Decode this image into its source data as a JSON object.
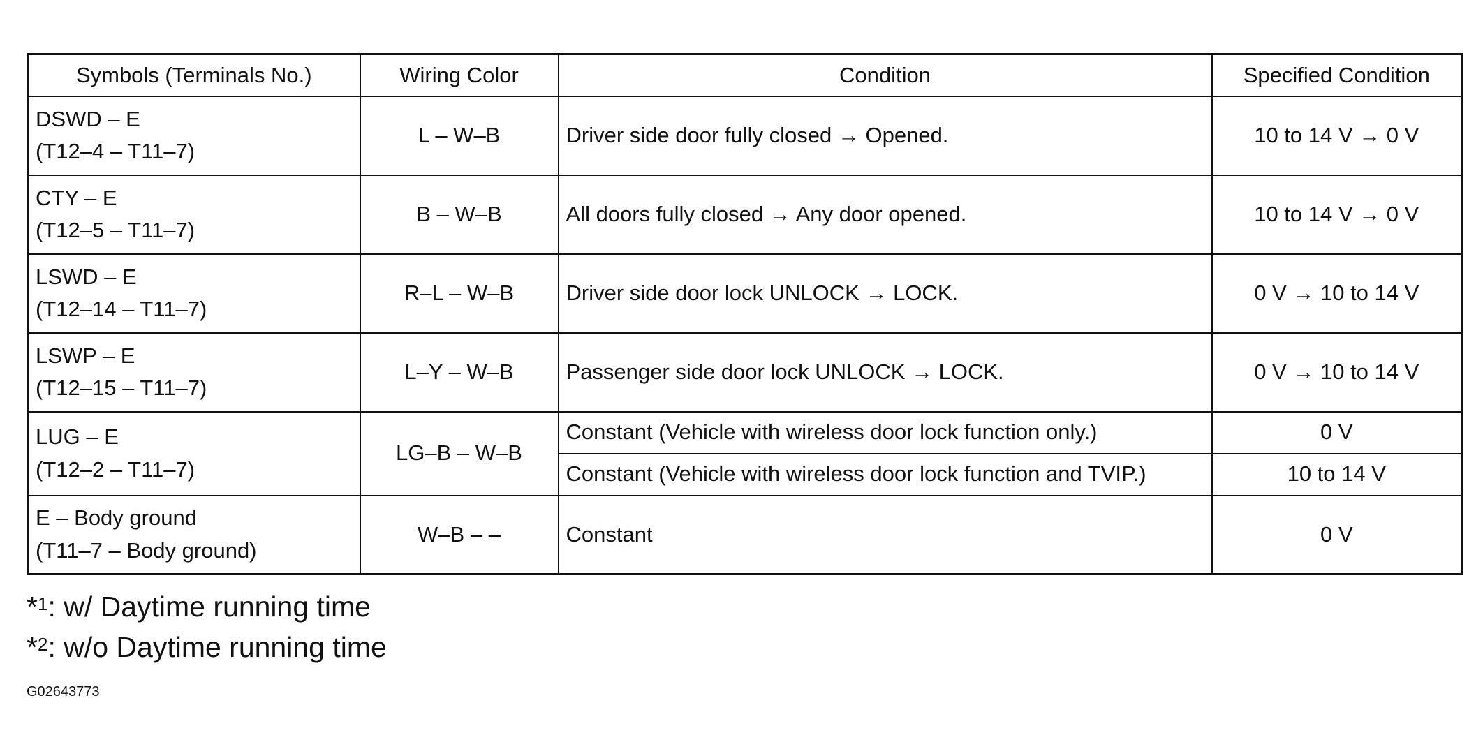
{
  "table": {
    "headers": {
      "symbols": "Symbols (Terminals No.)",
      "wiring": "Wiring Color",
      "condition": "Condition",
      "specified": "Specified Condition"
    },
    "rows": [
      {
        "symbol": "DSWD – E",
        "terminals": "(T12–4 – T11–7)",
        "wiring": "L – W–B",
        "condition": "Driver side door fully closed → Opened.",
        "specified": "10 to 14 V → 0 V"
      },
      {
        "symbol": "CTY – E",
        "terminals": "(T12–5 – T11–7)",
        "wiring": "B – W–B",
        "condition": "All doors fully closed → Any door opened.",
        "specified": "10 to 14 V → 0 V"
      },
      {
        "symbol": "LSWD – E",
        "terminals": "(T12–14 – T11–7)",
        "wiring": "R–L – W–B",
        "condition": "Driver side door lock UNLOCK → LOCK.",
        "specified": "0 V → 10 to 14 V"
      },
      {
        "symbol": "LSWP – E",
        "terminals": "(T12–15 – T11–7)",
        "wiring": "L–Y – W–B",
        "condition": "Passenger side door lock UNLOCK → LOCK.",
        "specified": "0 V → 10 to 14 V"
      },
      {
        "symbol": "LUG – E",
        "terminals": "(T12–2 – T11–7)",
        "wiring": "LG–B – W–B",
        "condition": "Constant (Vehicle with wireless door lock function only.)",
        "specified": "0 V",
        "condition_2": "Constant (Vehicle with wireless door lock function and TVIP.)",
        "specified_2": "10 to 14 V"
      },
      {
        "symbol": "E – Body ground",
        "terminals": "(T11–7 – Body ground)",
        "wiring": "W–B – –",
        "condition": "Constant",
        "specified": "0 V"
      }
    ]
  },
  "notes": [
    {
      "mark": "*",
      "num": "1",
      "text": ": w/ Daytime running time"
    },
    {
      "mark": "*",
      "num": "2",
      "text": ": w/o Daytime running time"
    }
  ],
  "figure_code": "G02643773"
}
